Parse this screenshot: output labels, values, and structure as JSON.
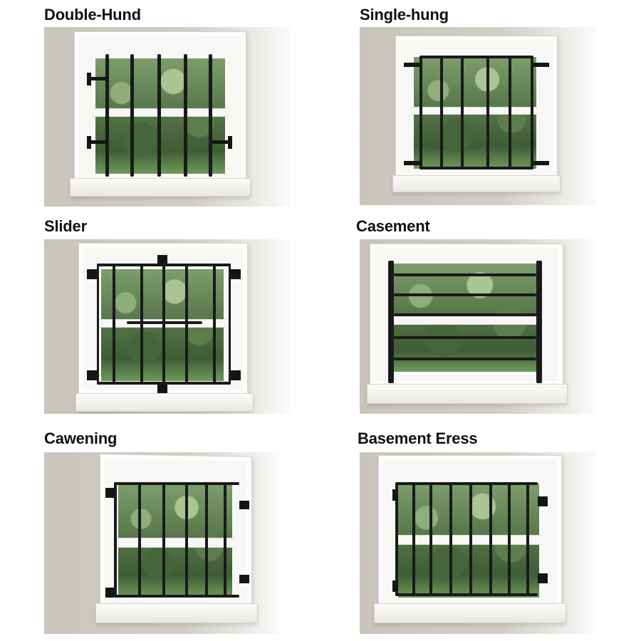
{
  "panels": [
    {
      "id": "double-hung",
      "label": "Double-Hund"
    },
    {
      "id": "single-hung",
      "label": "Single-hung"
    },
    {
      "id": "slider",
      "label": "Slider"
    },
    {
      "id": "casement",
      "label": "Casement"
    },
    {
      "id": "awning",
      "label": "Cawening"
    },
    {
      "id": "basement-egress",
      "label": "Basement Eress"
    }
  ]
}
